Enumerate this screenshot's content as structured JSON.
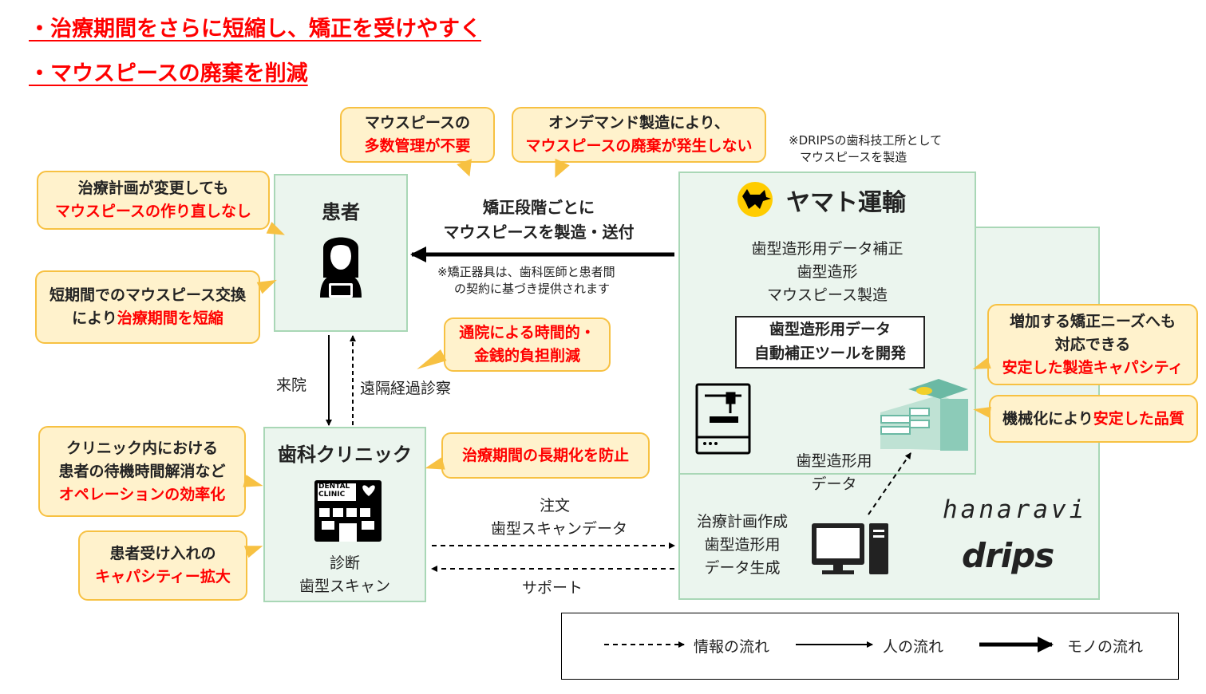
{
  "headlines": [
    "・治療期間をさらに短縮し、矯正を受けやすく",
    "・マウスピースの廃棄を削減"
  ],
  "top_callouts": {
    "mouthpiece_management": {
      "line1": "マウスピースの",
      "line2_red": "多数管理が不要"
    },
    "on_demand": {
      "line1": "オンデマンド製造により、",
      "line2_red": "マウスピースの廃棄が発生しない"
    }
  },
  "drips_note": [
    "※DRIPSの歯科技工所として",
    "マウスピースを製造"
  ],
  "patient": {
    "title": "患者"
  },
  "left_callouts": {
    "plan_change": {
      "line1": "治療計画が変更しても",
      "line2_red": "マウスピースの作り直しなし"
    },
    "short_period": {
      "line1": "短期間でのマウスピース交換",
      "line2_prefix": "により",
      "line2_red": "治療期間を短縮"
    },
    "clinic_efficiency": {
      "line1": "クリニック内における",
      "line2": "患者の待機時間解消など",
      "line3_red": "オペレーションの効率化"
    },
    "capacity": {
      "line1": "患者受け入れの",
      "line2_red": "キャパシティー拡大"
    }
  },
  "shipping": {
    "line1": "矯正段階ごとに",
    "line2": "マウスピースを製造・送付"
  },
  "shipping_note": [
    "※矯正器具は、歯科医師と患者間",
    "の契約に基づき提供されます"
  ],
  "travel_callout": {
    "line1_red": "通院による時間的・",
    "line2_red": "金銭的負担削減"
  },
  "visit_label": "来院",
  "remote_label": "遠隔経過診察",
  "clinic": {
    "title": "歯科クリニック",
    "sign_line1": "DENTAL",
    "sign_line2": "CLINIC",
    "tasks": [
      "診断",
      "歯型スキャン"
    ]
  },
  "clinic_callout": {
    "text_red": "治療期間の長期化を防止"
  },
  "order_label": [
    "注文",
    "歯型スキャンデータ"
  ],
  "support_label": "サポート",
  "yamato": {
    "name": "ヤマト運輸",
    "tasks": [
      "歯型造形用データ補正",
      "歯型造形",
      "マウスピース製造"
    ],
    "tool_box": [
      "歯型造形用データ",
      "自動補正ツールを開発"
    ]
  },
  "right_callouts": {
    "capacity": {
      "line1": "増加する矯正ニーズへも",
      "line2": "対応できる",
      "line3_red": "安定した製造キャパシティ"
    },
    "quality": {
      "prefix": "機械化により",
      "text_red": "安定した品質"
    }
  },
  "data_label": [
    "歯型造形用",
    "データ"
  ],
  "drips_box": {
    "tasks": [
      "治療計画作成",
      "歯型造形用",
      "データ生成"
    ],
    "logo1": "hanaravi",
    "logo2": "drips"
  },
  "legend": [
    {
      "type": "dashed",
      "label": "情報の流れ"
    },
    {
      "type": "thin",
      "label": "人の流れ"
    },
    {
      "type": "thick",
      "label": "モノの流れ"
    }
  ],
  "colors": {
    "highlight": "#ff0000",
    "callout_fill": "#fff2cc",
    "callout_border": "#f7c142",
    "box_fill": "#ebf5ee",
    "box_border": "#a9d7b6"
  }
}
